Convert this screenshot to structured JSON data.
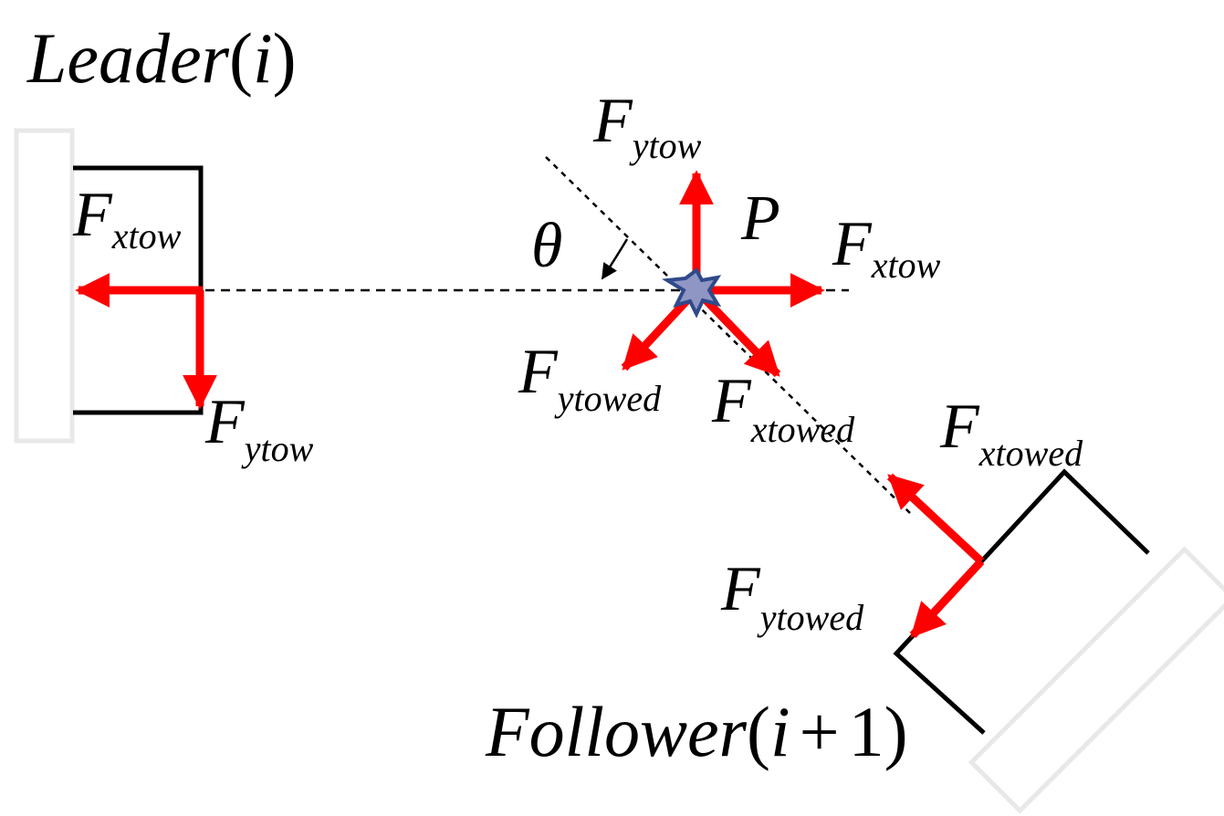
{
  "leader": {
    "name": "Leader",
    "open": "(",
    "index": "i",
    "close": ")"
  },
  "follower": {
    "name": "Follower",
    "open": "(",
    "index": "i",
    "plus": "+",
    "one": "1",
    "close": ")"
  },
  "pivot_label": "P",
  "angle_label": "θ",
  "force_symbol": "F",
  "subscripts": {
    "ytow": "ytow",
    "xtow": "xtow",
    "ytowed": "ytowed",
    "xtowed": "xtowed"
  },
  "colors": {
    "force": "#ff0000",
    "pivot_fill": "#8f96c4",
    "pivot_stroke": "#2f4a8a",
    "body": "#000000",
    "ghost": "#e8e8e8"
  }
}
